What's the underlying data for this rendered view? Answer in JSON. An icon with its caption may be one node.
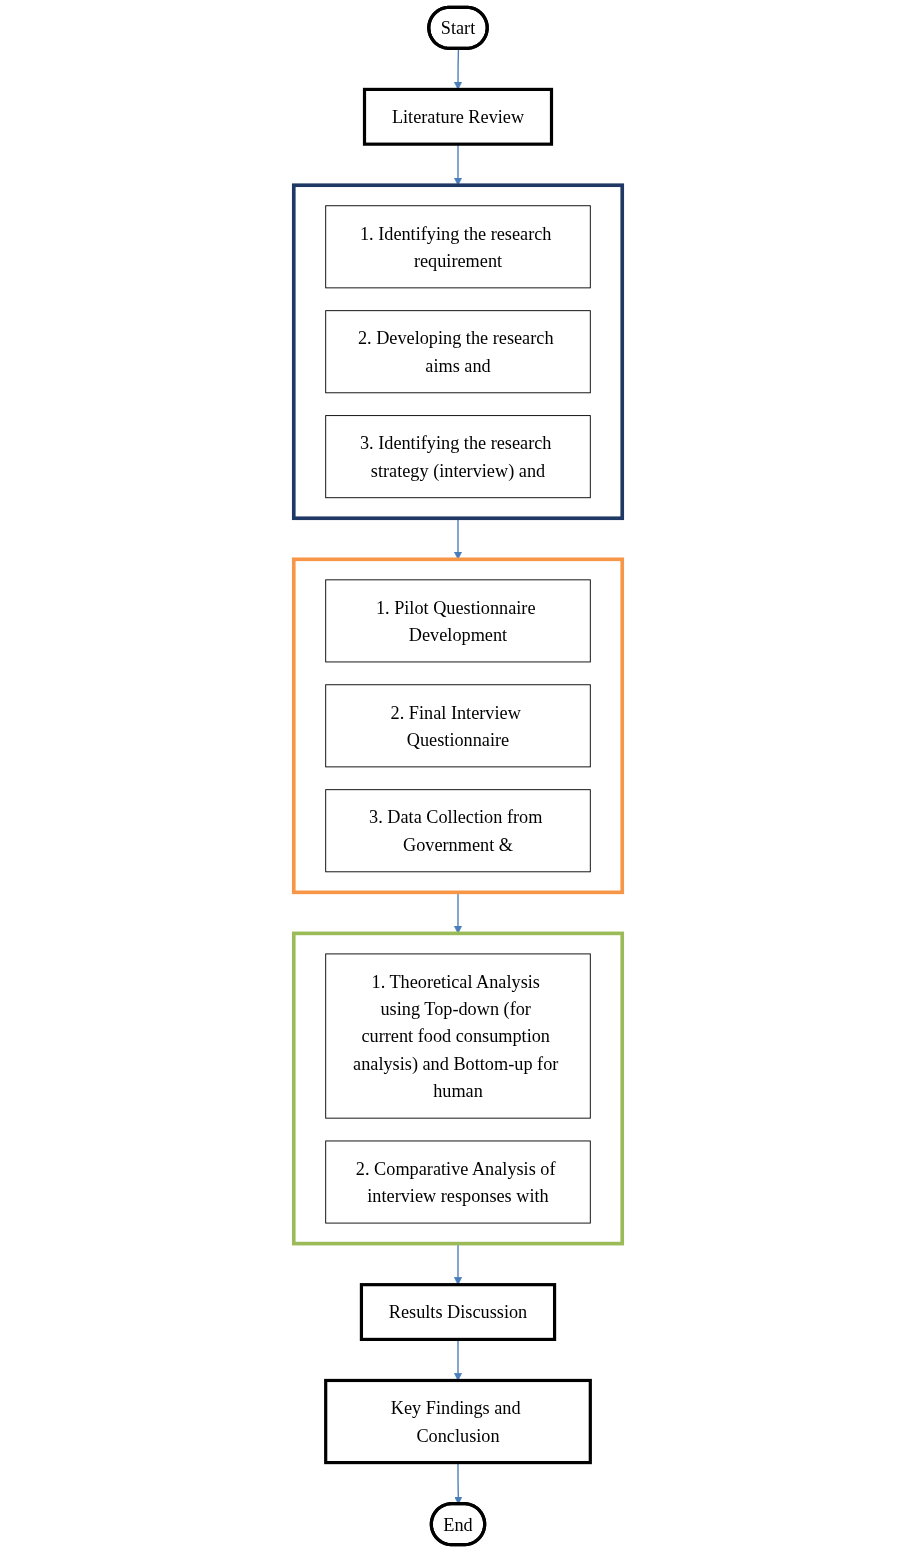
{
  "diagram": {
    "nodes": [
      {
        "text": [
          "Start"
        ]
      },
      {
        "text": [
          "Literature Review"
        ]
      },
      {
        "text": [],
        "shape": "box"
      },
      {
        "text": [
          "1. Identifying the research requirement"
        ],
        "in": 2
      },
      {
        "text": [
          "2. Developing the research aims and"
        ],
        "in": 2
      },
      {
        "text": [
          "3. Identifying the research strategy (interview) and"
        ],
        "in": 2
      },
      {
        "text": [],
        "shape": "box"
      },
      {
        "text": [
          "1. Pilot Questionnaire Development"
        ],
        "in": 6
      },
      {
        "text": [
          "2. Final Interview Questionnaire"
        ],
        "in": 6
      },
      {
        "text": [
          "3. Data Collection from Government &"
        ],
        "in": 6
      },
      {
        "text": [],
        "shape": "box"
      },
      {
        "text": [
          "1. Theoretical Analysis using Top-down (for current food consumption analysis) and Bottom-up for human"
        ],
        "in": 10
      },
      {
        "text": [
          "2. Comparative Analysis of interview responses with"
        ],
        "in": 10
      },
      {
        "text": [
          "Results Discussion"
        ]
      },
      {
        "text": [
          "Key Findings and Conclusion"
        ]
      },
      {
        "text": [
          "End"
        ]
      }
    ],
    "edges": [
      {
        "from": 0,
        "to": 1,
        "arrow": "to"
      },
      {
        "from": 1,
        "to": 2,
        "arrow": "to"
      },
      {
        "from": 2,
        "to": 6,
        "arrow": "to"
      },
      {
        "from": 6,
        "to": 10,
        "arrow": "to"
      },
      {
        "from": 10,
        "to": 13,
        "arrow": "to"
      },
      {
        "from": 13,
        "to": 14,
        "arrow": "to"
      },
      {
        "from": 14,
        "to": 15,
        "arrow": "to"
      }
    ]
  }
}
